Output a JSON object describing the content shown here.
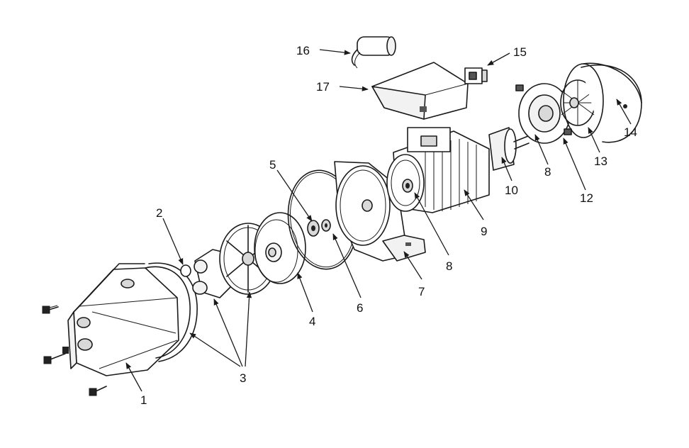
{
  "diagram": {
    "labels": [
      {
        "id": "1",
        "text": "1"
      },
      {
        "id": "2",
        "text": "2"
      },
      {
        "id": "3",
        "text": "3"
      },
      {
        "id": "4",
        "text": "4"
      },
      {
        "id": "5",
        "text": "5"
      },
      {
        "id": "6",
        "text": "6"
      },
      {
        "id": "7",
        "text": "7"
      },
      {
        "id": "8a",
        "text": "8"
      },
      {
        "id": "8b",
        "text": "8"
      },
      {
        "id": "9",
        "text": "9"
      },
      {
        "id": "10",
        "text": "10"
      },
      {
        "id": "12",
        "text": "12"
      },
      {
        "id": "13",
        "text": "13"
      },
      {
        "id": "14",
        "text": "14"
      },
      {
        "id": "15",
        "text": "15"
      },
      {
        "id": "16",
        "text": "16"
      },
      {
        "id": "17",
        "text": "17"
      }
    ]
  }
}
